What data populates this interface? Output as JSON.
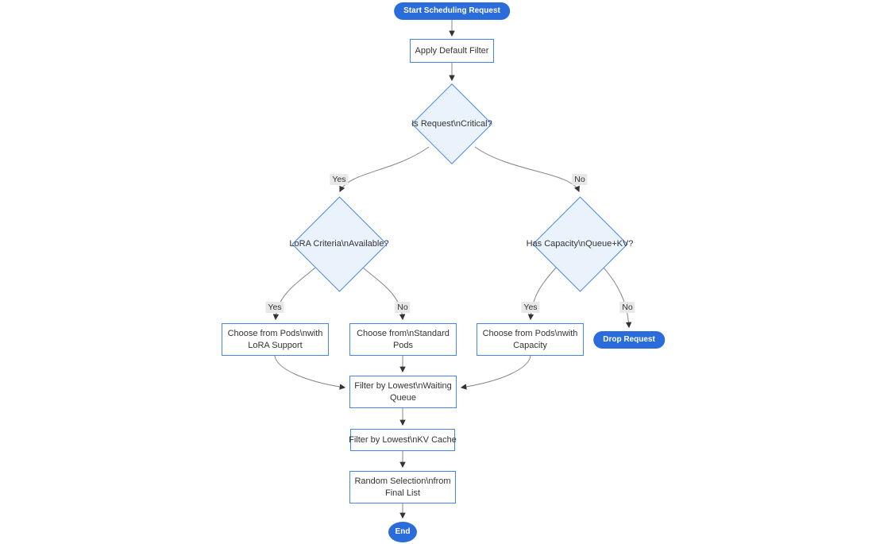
{
  "flowchart": {
    "nodes": {
      "start": {
        "lines": [
          "Start Scheduling Request"
        ]
      },
      "apply_filter": {
        "lines": [
          "Apply Default Filter"
        ]
      },
      "is_critical": {
        "lines": [
          "Is Request\\nCritical?"
        ]
      },
      "lora_criteria": {
        "lines": [
          "LoRA Criteria\\nAvailable?"
        ]
      },
      "has_capacity": {
        "lines": [
          "Has Capacity\\nQueue+KV?"
        ]
      },
      "choose_lora": {
        "lines": [
          "Choose from Pods\\nwith",
          "LoRA Support"
        ]
      },
      "choose_standard": {
        "lines": [
          "Choose from\\nStandard",
          "Pods"
        ]
      },
      "choose_capacity": {
        "lines": [
          "Choose from Pods\\nwith",
          "Capacity"
        ]
      },
      "drop_request": {
        "lines": [
          "Drop Request"
        ]
      },
      "filter_queue": {
        "lines": [
          "Filter by Lowest\\nWaiting",
          "Queue"
        ]
      },
      "filter_kv": {
        "lines": [
          "Filter by Lowest\\nKV Cache"
        ]
      },
      "random_selection": {
        "lines": [
          "Random Selection\\nfrom",
          "Final List"
        ]
      },
      "end": {
        "lines": [
          "End"
        ]
      }
    },
    "edge_labels": {
      "critical_yes": "Yes",
      "critical_no": "No",
      "lora_yes": "Yes",
      "lora_no": "No",
      "capacity_yes": "Yes",
      "capacity_no": "No"
    },
    "colors": {
      "pill_fill": "#2b6cdb",
      "pill_text": "#ffffff",
      "node_border": "#4584ec",
      "diamond_fill": "#eaf3fc",
      "rect_fill": "#ffffff",
      "text": "#333333",
      "edge": "#858585",
      "arrowhead": "#333333",
      "label_bg": "#e8e8e8"
    }
  }
}
